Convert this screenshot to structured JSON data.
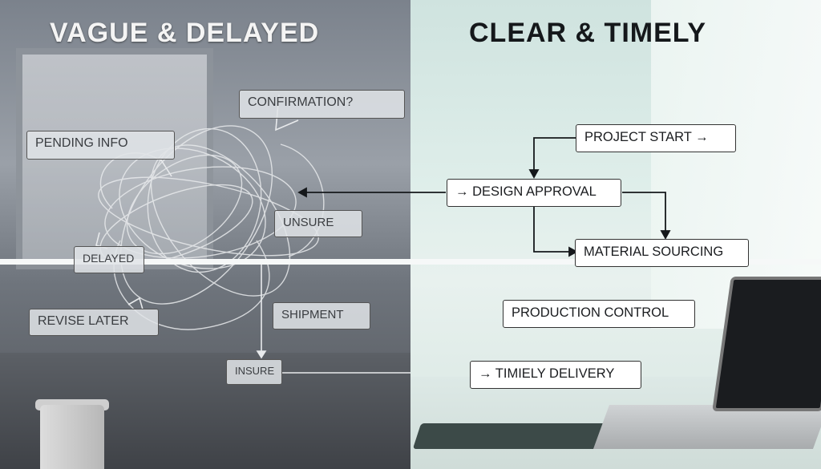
{
  "left": {
    "title": "VAGUE & DELAYED",
    "labels": {
      "confirmation": "CONFIRMATION?",
      "pending": "PENDING INFO",
      "unsure_top": "UNSURE",
      "delayed": "DELAYED",
      "revise": "REVISE LATER",
      "shipment": "SHIPMENT",
      "unsure_bottom": "INSURE"
    }
  },
  "right": {
    "title": "CLEAR & TIMELY",
    "labels": {
      "project_start": "PROJECT START →",
      "design_approval": "→ DESIGN APPROVAL",
      "material_sourcing": "MATERIAL SOURCING",
      "production_control": "PRODUCTION CONTROL",
      "timely_delivery": "→ TIMIELY DELIVERY"
    }
  },
  "colors": {
    "left_tone": "#7b828c",
    "right_tone": "#dfeeea",
    "divider": "#f6f8f8"
  }
}
